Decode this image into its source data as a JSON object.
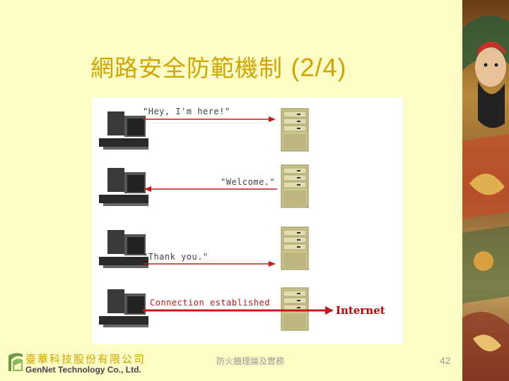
{
  "slide": {
    "title_zh": "網路安全防範機制",
    "title_num": "(2/4)",
    "page_number": "42"
  },
  "diagram": {
    "steps": [
      {
        "message": "\"Hey, I'm here!\"",
        "direction": "client-to-server"
      },
      {
        "message": "\"Welcome.\"",
        "direction": "server-to-client"
      },
      {
        "message": "\"Thank you.\"",
        "direction": "client-to-server"
      },
      {
        "message": "Connection established",
        "direction": "client-to-internet"
      }
    ],
    "internet_label": "Internet",
    "colors": {
      "arrow": "#c81818",
      "computer": "#333333",
      "server": "#c9c28a"
    }
  },
  "footer": {
    "company_zh": "臺華科技股份有限公司",
    "company_en": "GenNet Technology Co., Ltd.",
    "center_text": "防火牆理論及實務"
  }
}
